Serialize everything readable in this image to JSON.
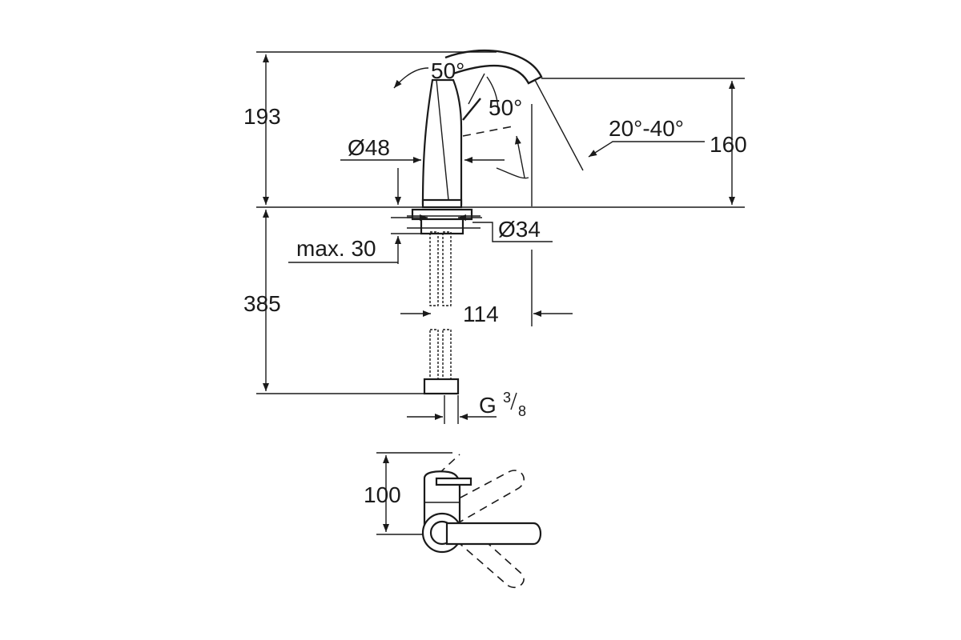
{
  "dimensions": {
    "height_total": "193",
    "height_spout": "160",
    "height_below": "385",
    "angle_lever_front": "50°",
    "angle_lever_side": "50°",
    "spout_angle_range": "20°-40°",
    "diameter_body": "Ø48",
    "diameter_base": "Ø34",
    "max_thickness": "max. 30",
    "reach": "114",
    "thread_prefix": "G",
    "thread_num": "3",
    "thread_den": "8",
    "depth_top_view": "100"
  },
  "colors": {
    "line": "#1a1a1a",
    "background": "#ffffff"
  }
}
